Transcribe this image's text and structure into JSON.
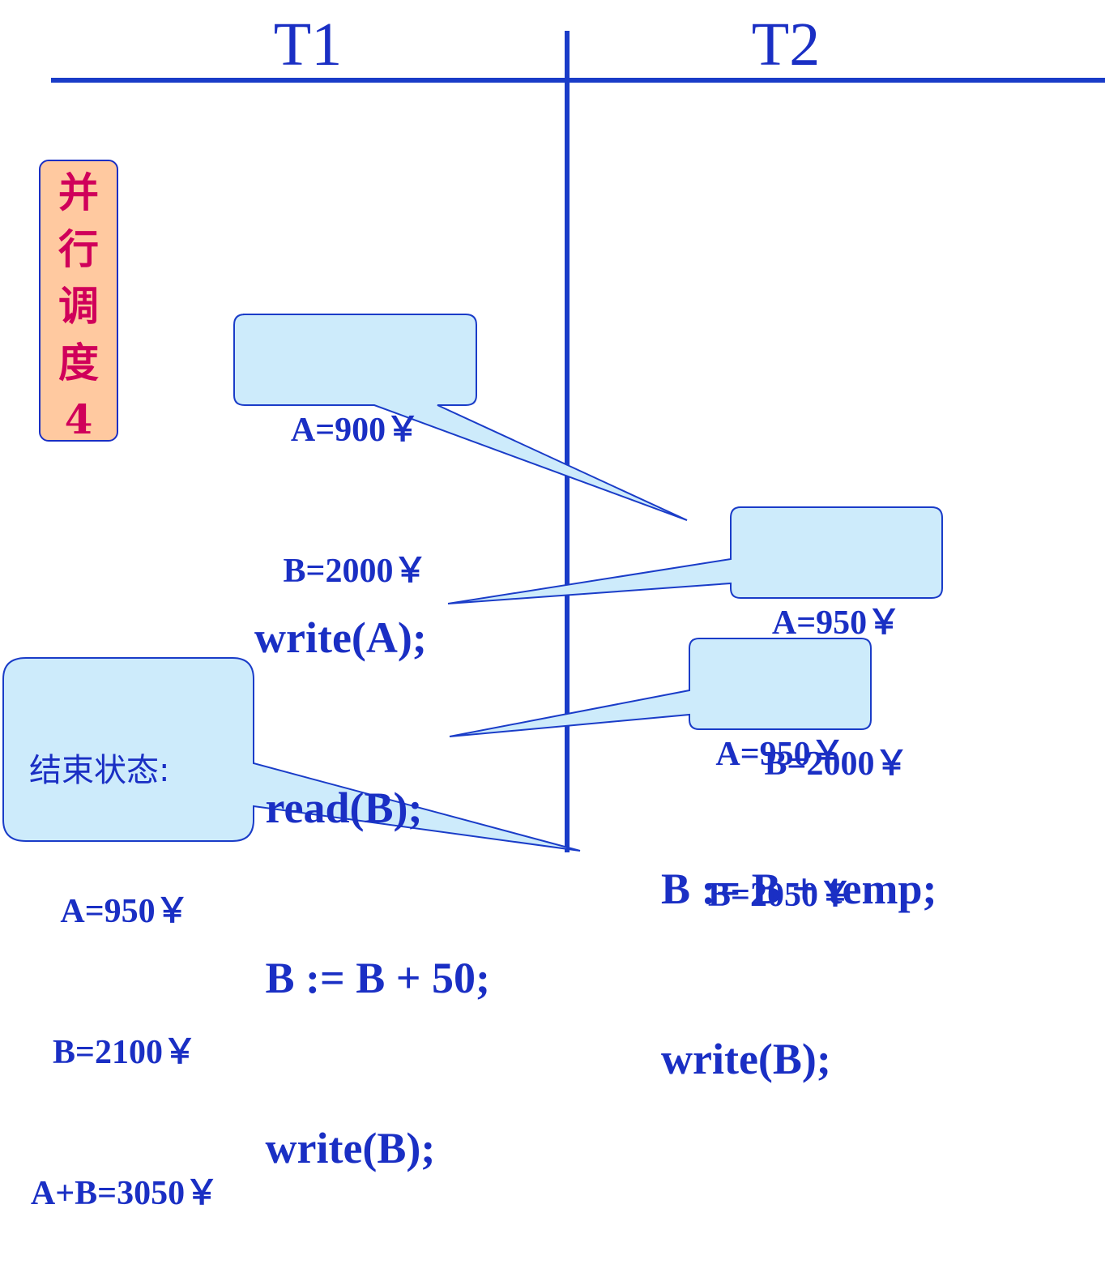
{
  "columns": {
    "t1": "T1",
    "t2": "T2"
  },
  "schedule_label": [
    "并",
    "行",
    "调",
    "度",
    "4"
  ],
  "t1_code": [
    "write(A);",
    " read(B);",
    " B := B + 50;",
    " write(B);"
  ],
  "t2_code": [
    "B := B + temp;",
    "write(B);"
  ],
  "callouts": {
    "state1": {
      "a": "A=900￥",
      "b": "B=2000￥"
    },
    "state2": {
      "a": "A=950￥",
      "b": "B=2000￥"
    },
    "state3": {
      "a": "A=950￥",
      "b": "B=2050￥"
    },
    "final": {
      "title": "结束状态:",
      "a": "A=950￥",
      "b": "B=2100￥",
      "sum": "A+B=3050￥"
    }
  },
  "colors": {
    "line": "#1a3cc8",
    "text": "#1a2fc4",
    "callout_fill": "#cdebfb",
    "label_fill": "#ffc9a0",
    "label_text": "#d0005a"
  }
}
